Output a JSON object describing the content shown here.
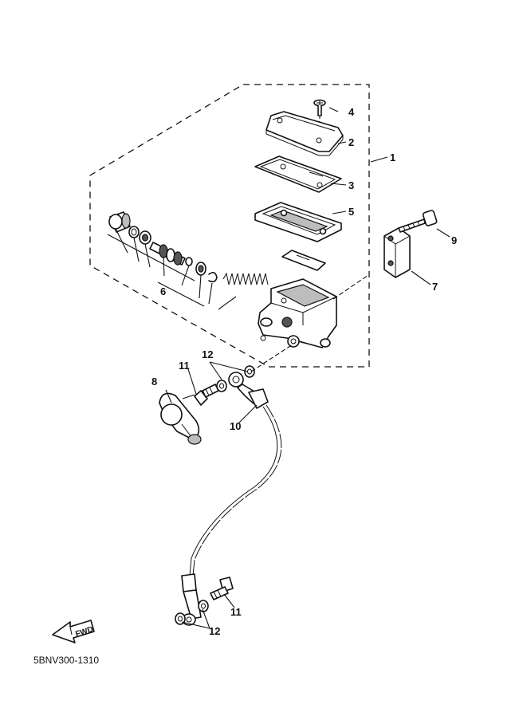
{
  "diagram": {
    "drawing_code": "5BNV300-1310",
    "direction_label": "FWD",
    "callouts": {
      "assembly": "1",
      "cover": "2",
      "diaphragm": "3",
      "holder": "5",
      "screw": "4",
      "kit": "6",
      "holder_half": "7",
      "bolt_holder": "9",
      "boot": "8",
      "union_bolt_top": "11",
      "gasket_top": "12",
      "hose": "10",
      "union_bolt_bottom": "11",
      "gasket_bottom": "12"
    }
  }
}
